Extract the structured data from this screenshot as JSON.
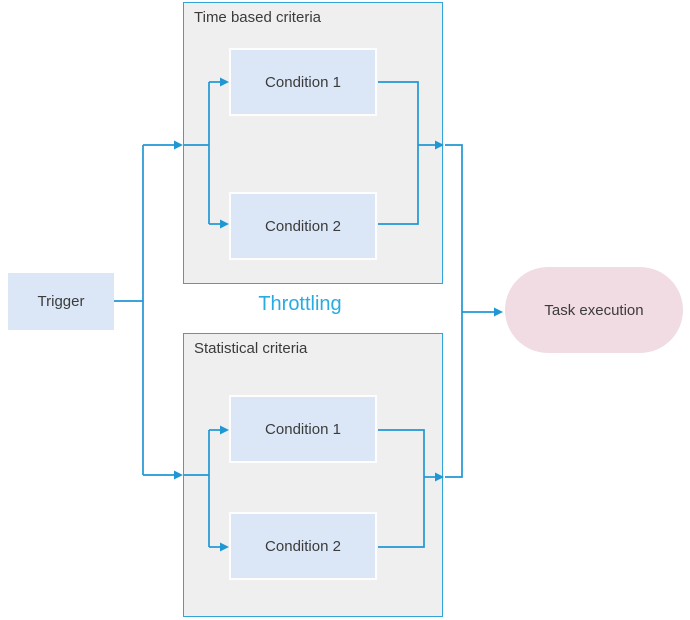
{
  "diagram": {
    "throttling_label": "Throttling",
    "trigger": {
      "label": "Trigger"
    },
    "task_execution": {
      "label": "Task execution"
    },
    "groups": [
      {
        "title": "Time based criteria",
        "conditions": [
          "Condition 1",
          "Condition 2"
        ]
      },
      {
        "title": "Statistical criteria",
        "conditions": [
          "Condition 1",
          "Condition 2"
        ]
      }
    ],
    "colors": {
      "connector": "#2097d3",
      "group_border": "#2fa5da",
      "group_fill": "#efeff0",
      "node_fill": "#dbe7f6",
      "task_fill": "#f0dce2",
      "throttling_text": "#29abe2",
      "label_text": "#3b3b3b"
    }
  }
}
